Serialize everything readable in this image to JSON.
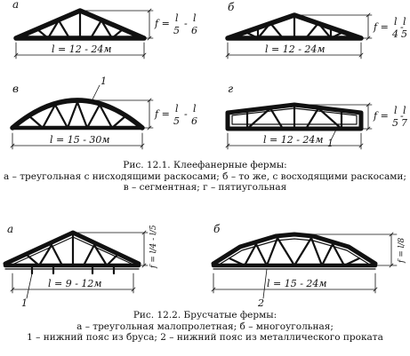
{
  "figure1": {
    "panels": {
      "a": {
        "letter": "а",
        "span": "l = 12 - 24м",
        "height_lead": "f =",
        "h1": "l",
        "d1": "5",
        "sep": "-",
        "h2": "l",
        "d2": "6"
      },
      "b": {
        "letter": "б",
        "span": "l = 12 - 24м",
        "height_lead": "f =",
        "h1": "l",
        "d1": "4",
        "sep": "-",
        "h2": "l",
        "d2": "5"
      },
      "v": {
        "letter": "в",
        "span": "l = 15 - 30м",
        "height_lead": "f =",
        "h1": "l",
        "d1": "5",
        "sep": "-",
        "h2": "l",
        "d2": "6",
        "marker": "1"
      },
      "g": {
        "letter": "г",
        "span": "l = 12 - 24м",
        "height_lead": "f =",
        "h1": "l",
        "d1": "5",
        "sep": "-",
        "h2": "l",
        "d2": "7",
        "marker": "1"
      }
    },
    "caption": {
      "title": "Рис. 12.1. Клееფанерные фермы:",
      "line1": "а – треугольная с нисходящими раскосами; б – то же, с восходящими раскосами;",
      "line2": "в – сегментная; г – пятиугольная"
    }
  },
  "figure2": {
    "panels": {
      "a": {
        "letter": "а",
        "span": "l = 9 - 12м",
        "height": "f = l/4 - l/5",
        "marker": "1"
      },
      "b": {
        "letter": "б",
        "span": "l = 15 - 24м",
        "height": "f = l/8",
        "marker": "2"
      }
    },
    "caption": {
      "title": "Рис. 12.2. Брусчатые фермы:",
      "line1": "а – треугольная малопролетная; б – многоугольная;",
      "line2": "1 – нижний пояс из бруса; 2 – нижний пояс из металлического проката"
    }
  }
}
